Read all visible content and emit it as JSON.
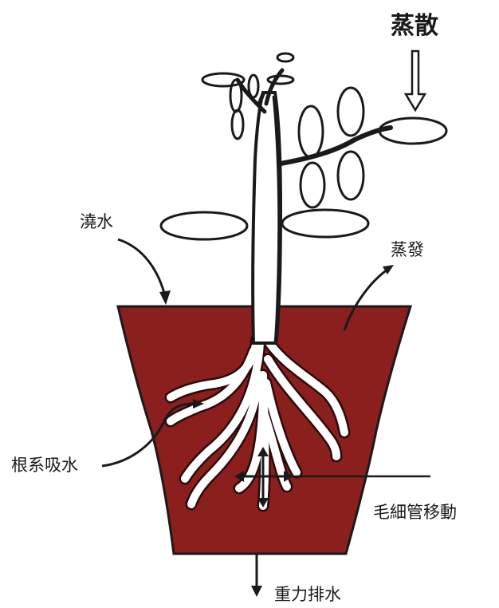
{
  "labels": {
    "transpiration": "蒸散",
    "watering": "澆水",
    "evaporation": "蒸發",
    "root_absorption": "根系吸水",
    "capillary_movement": "毛細管移動",
    "gravity_drainage": "重力排水"
  },
  "colors": {
    "soil": "#8a1f1d",
    "outline": "#1a1a1a",
    "background": "#ffffff"
  }
}
